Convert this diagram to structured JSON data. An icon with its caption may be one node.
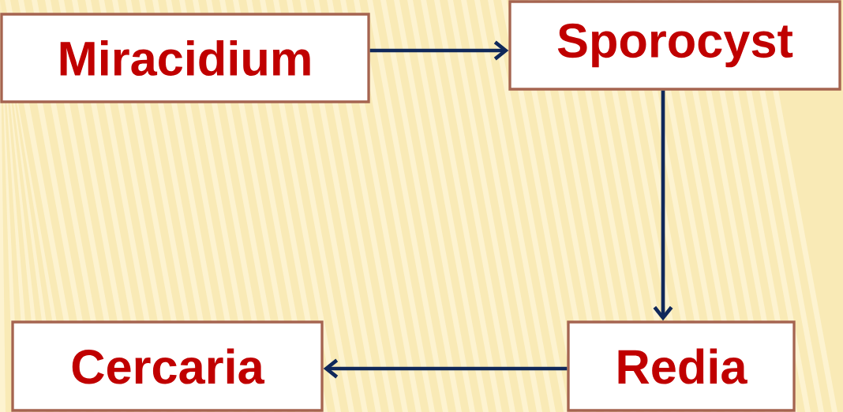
{
  "diagram": {
    "nodes": [
      {
        "text": [
          "Miracidium"
        ]
      },
      {
        "text": [
          "Sporocyst"
        ]
      },
      {
        "text": [
          "Redia"
        ]
      },
      {
        "text": [
          "Cercaria"
        ]
      }
    ],
    "edges": [
      {
        "from": 0,
        "to": 1,
        "arrow": "to"
      },
      {
        "from": 1,
        "to": 2,
        "arrow": "to"
      },
      {
        "from": 2,
        "to": 3,
        "arrow": "to"
      }
    ]
  }
}
